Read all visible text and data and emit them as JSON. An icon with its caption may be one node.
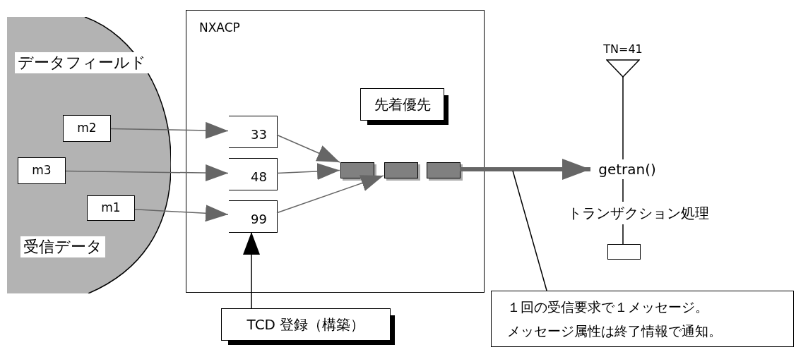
{
  "diagram": {
    "nodes": [
      {
        "text": [
          "データフィールド",
          "受信データ"
        ]
      },
      {
        "text": [
          "m2"
        ],
        "in": 0
      },
      {
        "text": [
          "m3"
        ],
        "in": 0
      },
      {
        "text": [
          "m1"
        ],
        "in": 0
      },
      {
        "text": [
          "NXACP"
        ]
      },
      {
        "text": [
          "33"
        ],
        "in": 4
      },
      {
        "text": [
          "48"
        ],
        "in": 4
      },
      {
        "text": [
          "99"
        ],
        "in": 4
      },
      {
        "text": [
          "先着優先"
        ],
        "in": 4
      },
      {
        "text": [],
        "shape": "box",
        "in": 4
      },
      {
        "text": [],
        "shape": "box",
        "in": 4
      },
      {
        "text": [],
        "shape": "box",
        "in": 4
      },
      {
        "text": [
          "TCD 登録（構築）"
        ]
      },
      {
        "text": [
          "TN=41"
        ]
      },
      {
        "text": [
          "getran()"
        ]
      },
      {
        "text": [
          "トランザクション処理"
        ]
      },
      {
        "text": [],
        "shape": "box"
      },
      {
        "text": [
          "１回の受信要求で１メッセージ。",
          "メッセージ属性は終了情報で通知。"
        ]
      }
    ],
    "edges": [
      {
        "from": 1,
        "to": 5,
        "arrow": "to"
      },
      {
        "from": 2,
        "to": 6,
        "arrow": "to"
      },
      {
        "from": 3,
        "to": 7,
        "arrow": "to"
      },
      {
        "from": 5,
        "to": 9,
        "arrow": "to"
      },
      {
        "from": 6,
        "to": 9,
        "arrow": "to"
      },
      {
        "from": 7,
        "to": 10,
        "arrow": "to"
      },
      {
        "from": 11,
        "to": 14,
        "arrow": "to",
        "style": "thick"
      },
      {
        "from": 12,
        "to": 7,
        "arrow": "to",
        "color": "#000000"
      },
      {
        "from": 13,
        "to": 14,
        "arrow": "none",
        "color": "#000000"
      },
      {
        "from": 14,
        "to": 15,
        "arrow": "none",
        "color": "#000000"
      },
      {
        "from": 15,
        "to": 16,
        "arrow": "none",
        "color": "#000000"
      },
      {
        "from": 17,
        "to": null,
        "arrow": "none",
        "color": "#000000"
      }
    ]
  }
}
